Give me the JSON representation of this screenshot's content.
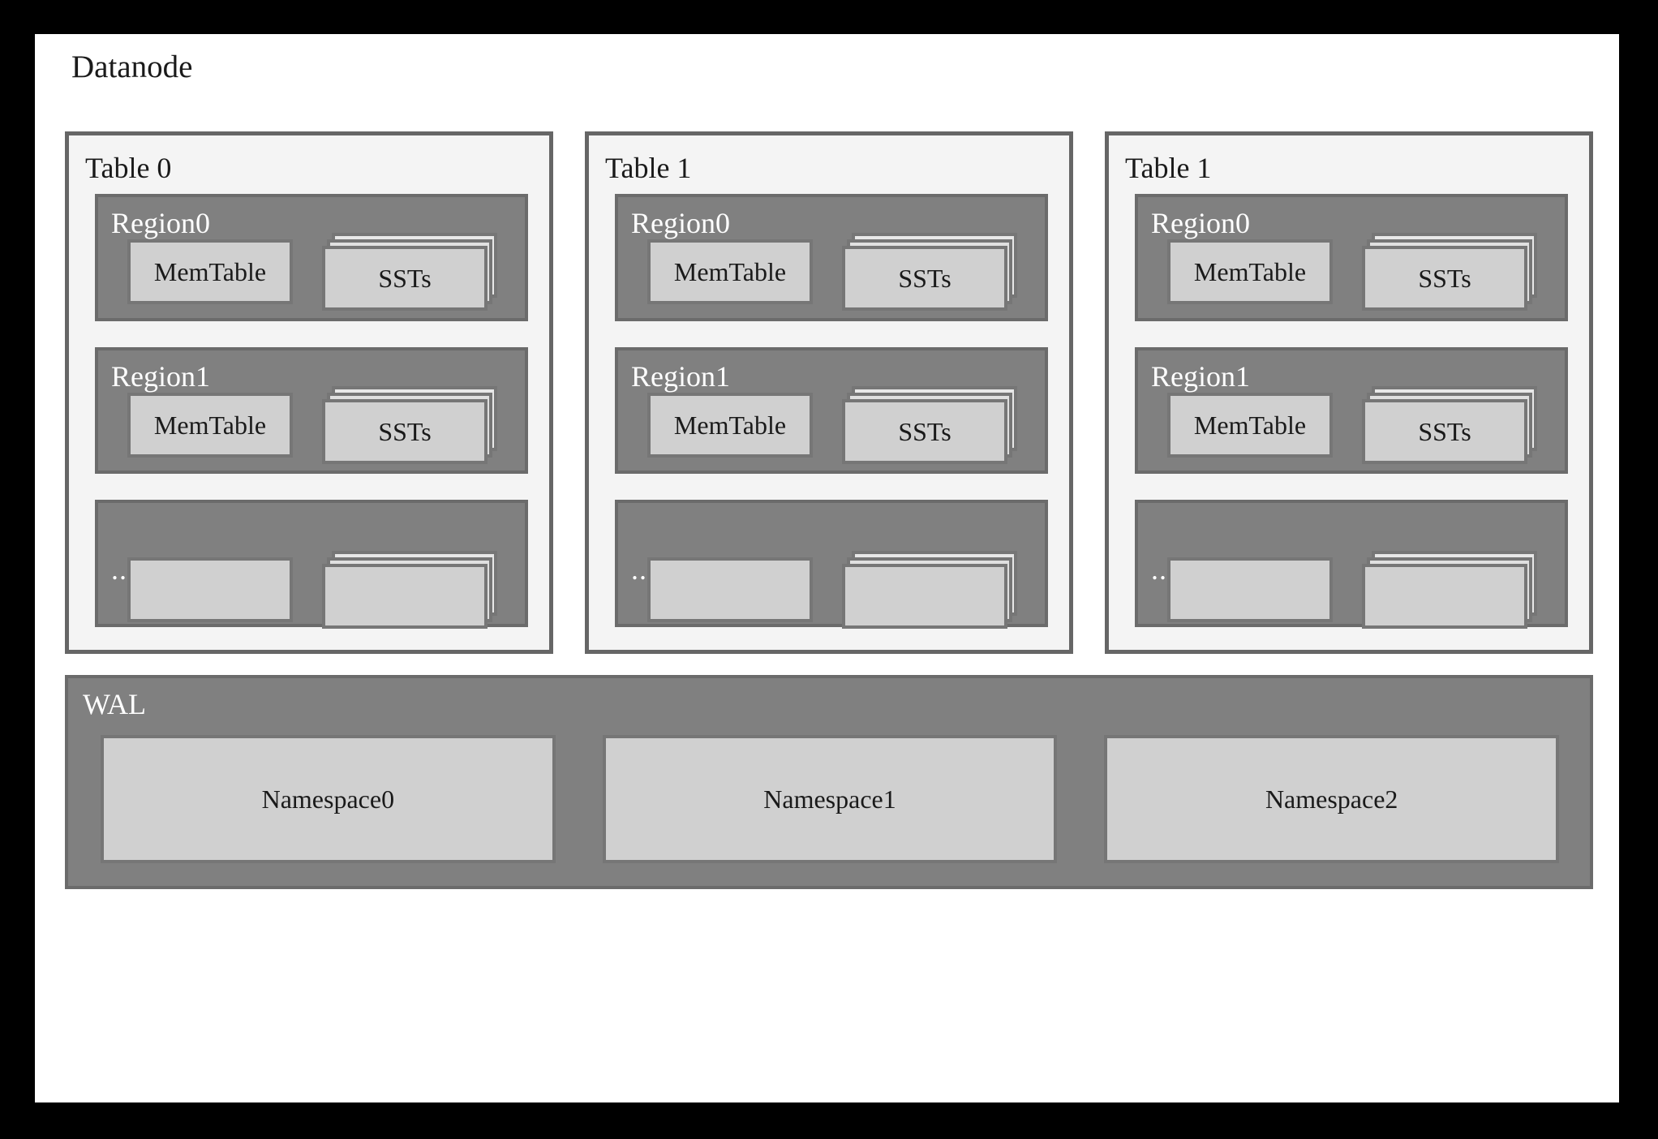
{
  "diagram": {
    "title": "Datanode",
    "colors": {
      "matte": "#000000",
      "canvas": "#ffffff",
      "table_panel_fill": "#f4f4f4",
      "table_panel_border": "#666666",
      "region_fill": "#808080",
      "region_border": "#6b6b6b",
      "block_fill": "#d0d0d0",
      "block_border": "#767676",
      "dark_text": "#1a1a1a",
      "light_text": "#ffffff"
    }
  },
  "tables": [
    {
      "label": "Table 0",
      "regions": [
        {
          "label": "Region0",
          "is_ellipsis": false,
          "memtable_label": "MemTable",
          "ssts_label": "SSTs"
        },
        {
          "label": "Region1",
          "is_ellipsis": false,
          "memtable_label": "MemTable",
          "ssts_label": "SSTs"
        },
        {
          "label": "...",
          "is_ellipsis": true,
          "memtable_label": "",
          "ssts_label": ""
        }
      ]
    },
    {
      "label": "Table 1",
      "regions": [
        {
          "label": "Region0",
          "is_ellipsis": false,
          "memtable_label": "MemTable",
          "ssts_label": "SSTs"
        },
        {
          "label": "Region1",
          "is_ellipsis": false,
          "memtable_label": "MemTable",
          "ssts_label": "SSTs"
        },
        {
          "label": "...",
          "is_ellipsis": true,
          "memtable_label": "",
          "ssts_label": ""
        }
      ]
    },
    {
      "label": "Table 1",
      "regions": [
        {
          "label": "Region0",
          "is_ellipsis": false,
          "memtable_label": "MemTable",
          "ssts_label": "SSTs"
        },
        {
          "label": "Region1",
          "is_ellipsis": false,
          "memtable_label": "MemTable",
          "ssts_label": "SSTs"
        },
        {
          "label": "...",
          "is_ellipsis": true,
          "memtable_label": "",
          "ssts_label": ""
        }
      ]
    }
  ],
  "wal": {
    "label": "WAL",
    "namespaces": [
      {
        "label": "Namespace0"
      },
      {
        "label": "Namespace1"
      },
      {
        "label": "Namespace2"
      }
    ]
  }
}
